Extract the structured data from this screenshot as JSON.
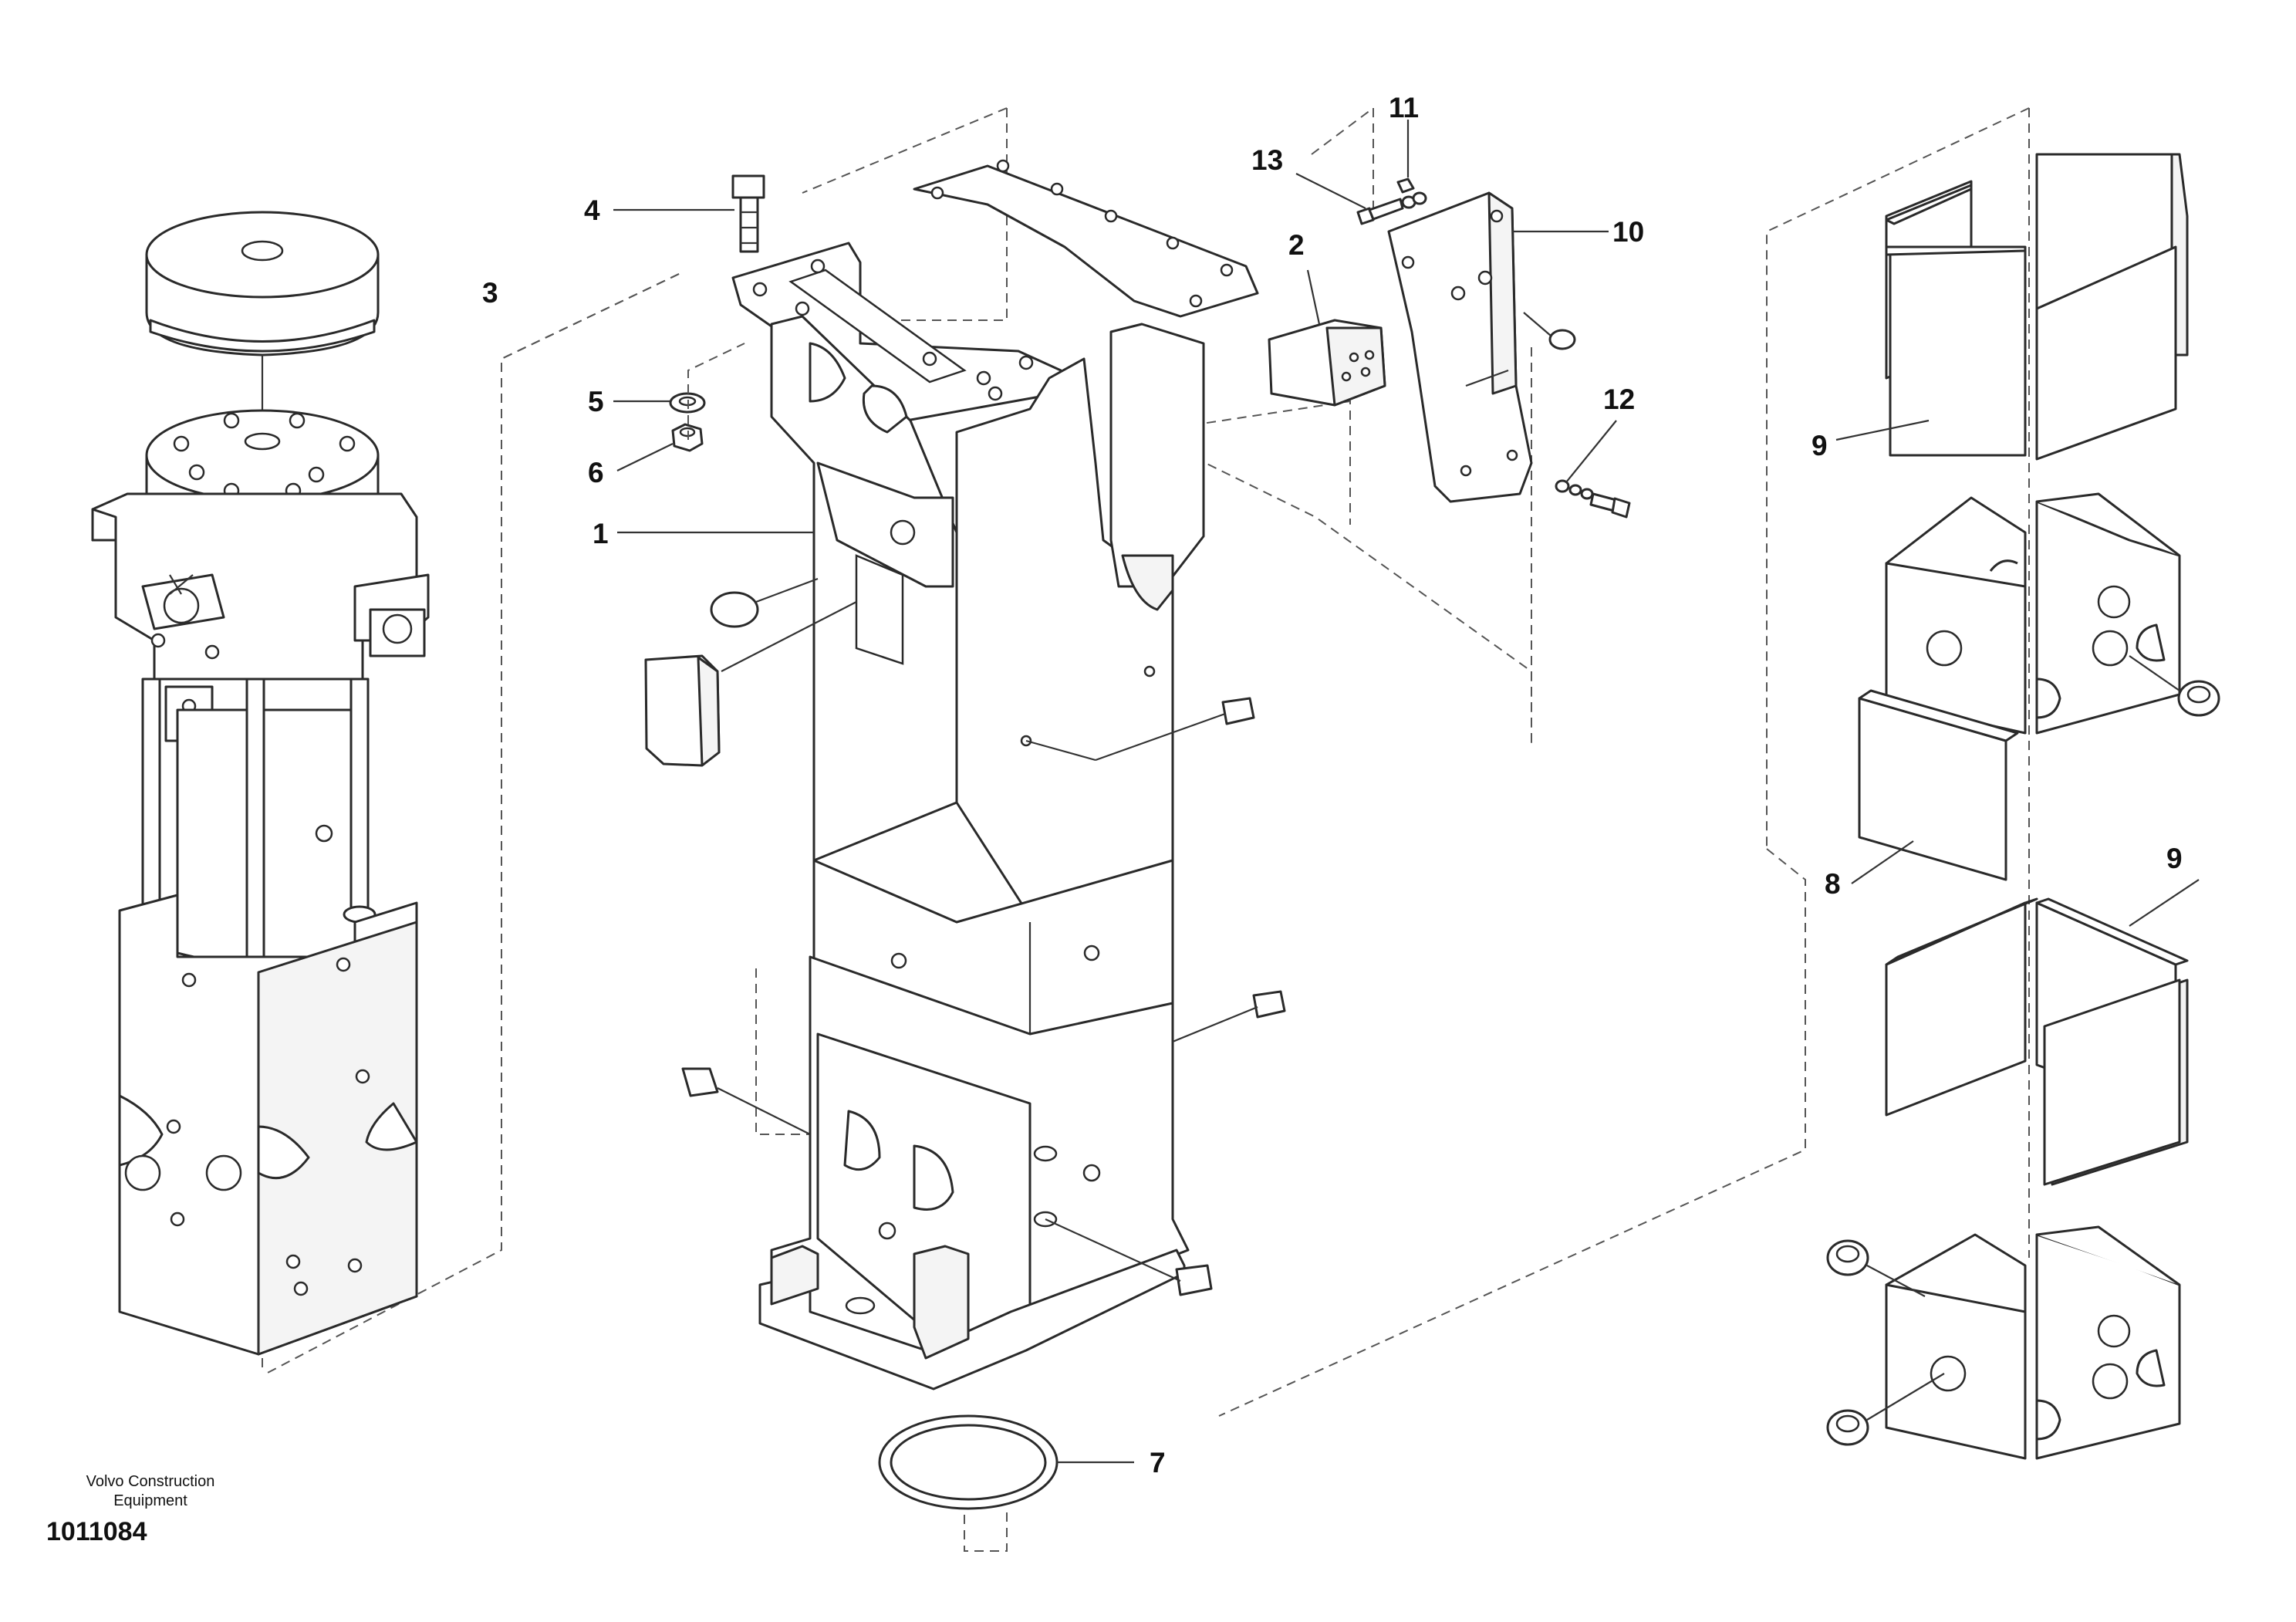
{
  "diagram": {
    "callouts": [
      {
        "id": "c1",
        "label": "1"
      },
      {
        "id": "c2",
        "label": "2"
      },
      {
        "id": "c3",
        "label": "3"
      },
      {
        "id": "c4",
        "label": "4"
      },
      {
        "id": "c5",
        "label": "5"
      },
      {
        "id": "c6",
        "label": "6"
      },
      {
        "id": "c7",
        "label": "7"
      },
      {
        "id": "c8",
        "label": "8"
      },
      {
        "id": "c9a",
        "label": "9"
      },
      {
        "id": "c9b",
        "label": "9"
      },
      {
        "id": "c10",
        "label": "10"
      },
      {
        "id": "c11",
        "label": "11"
      },
      {
        "id": "c12",
        "label": "12"
      },
      {
        "id": "c13",
        "label": "13"
      }
    ]
  },
  "footer": {
    "company_line1": "Volvo Construction",
    "company_line2": "Equipment",
    "drawing_number": "1011084"
  }
}
